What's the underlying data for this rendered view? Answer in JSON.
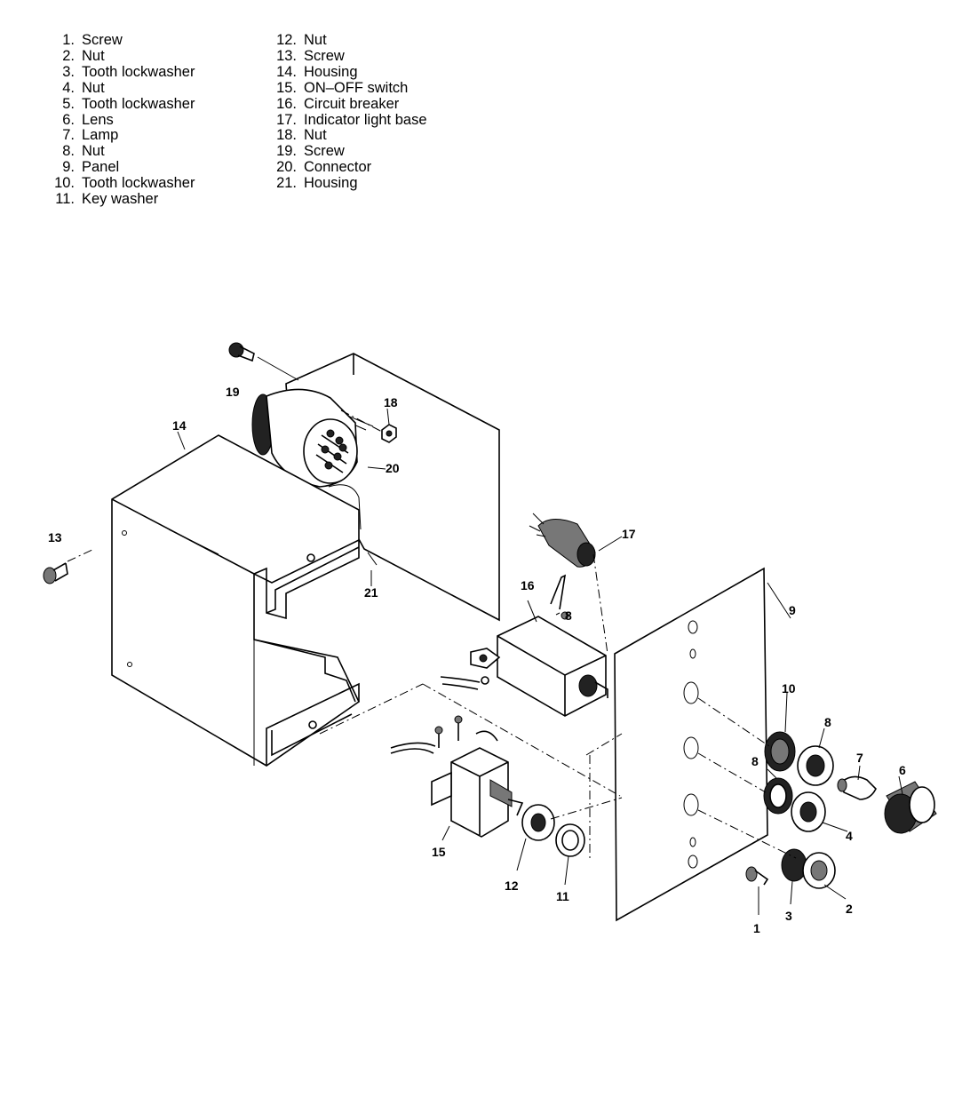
{
  "legend": {
    "col1": [
      {
        "num": "1.",
        "label": "Screw"
      },
      {
        "num": "2.",
        "label": "Nut"
      },
      {
        "num": "3.",
        "label": "Tooth lockwasher"
      },
      {
        "num": "4.",
        "label": "Nut"
      },
      {
        "num": "5.",
        "label": "Tooth lockwasher"
      },
      {
        "num": "6.",
        "label": "Lens"
      },
      {
        "num": "7.",
        "label": "Lamp"
      },
      {
        "num": "8.",
        "label": "Nut"
      },
      {
        "num": "9.",
        "label": "Panel"
      },
      {
        "num": "10.",
        "label": "Tooth lockwasher"
      },
      {
        "num": "11.",
        "label": "Key washer"
      }
    ],
    "col2": [
      {
        "num": "12.",
        "label": "Nut"
      },
      {
        "num": "13.",
        "label": "Screw"
      },
      {
        "num": "14.",
        "label": "Housing"
      },
      {
        "num": "15.",
        "label": "ON–OFF switch"
      },
      {
        "num": "16.",
        "label": "Circuit breaker"
      },
      {
        "num": "17.",
        "label": "Indicator light base"
      },
      {
        "num": "18.",
        "label": "Nut"
      },
      {
        "num": "19.",
        "label": "Screw"
      },
      {
        "num": "20.",
        "label": "Connector"
      },
      {
        "num": "21.",
        "label": "Housing"
      }
    ]
  },
  "callouts": {
    "c1": "1",
    "c2": "2",
    "c3": "3",
    "c4": "4",
    "c6": "6",
    "c7": "7",
    "c8a": "8",
    "c8b": "8",
    "c9": "9",
    "c10": "10",
    "c11": "11",
    "c12": "12",
    "c13": "13",
    "c14": "14",
    "c15": "15",
    "c16": "16",
    "c17": "17",
    "c18": "18",
    "c19": "19",
    "c20": "20",
    "c21": "21",
    "c5": "8"
  }
}
